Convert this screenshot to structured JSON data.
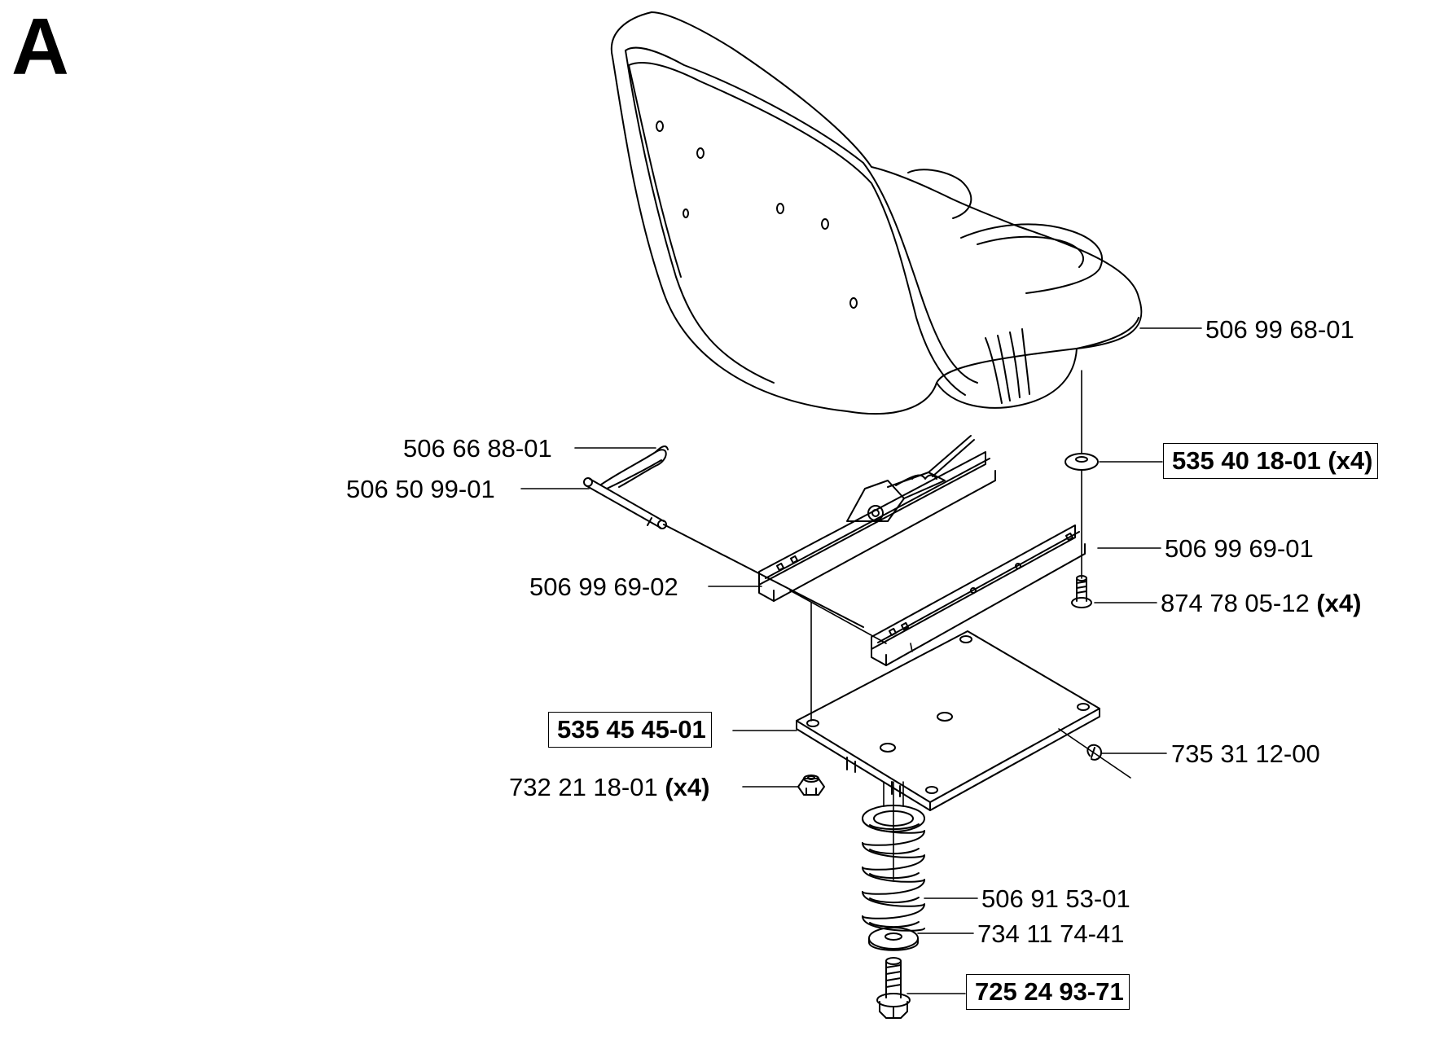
{
  "section": "A",
  "parts": {
    "seat": {
      "number": "506 99 68-01",
      "qty": ""
    },
    "seat_washer": {
      "number": "535 40 18-01 (x4)",
      "qty": ""
    },
    "hair_pin": {
      "number": "506 66 88-01",
      "qty": ""
    },
    "pin": {
      "number": "506 50 99-01",
      "qty": ""
    },
    "rail_right": {
      "number": "506 99 69-01",
      "qty": ""
    },
    "rail_screw": {
      "number": "874 78 05-12",
      "qty": "(x4)"
    },
    "rail_left": {
      "number": "506 99 69-02",
      "qty": ""
    },
    "base_plate": {
      "number": "535 45 45-01",
      "qty": ""
    },
    "lock_washer": {
      "number": "735 31 12-00",
      "qty": ""
    },
    "lock_nut": {
      "number": "732 21 18-01",
      "qty": "(x4)"
    },
    "spring": {
      "number": "506 91 53-01",
      "qty": ""
    },
    "spring_washer": {
      "number": "734 11 74-41",
      "qty": ""
    },
    "spring_bolt": {
      "number": "725 24 93-71",
      "qty": ""
    }
  },
  "boxed_parts": [
    "seat_washer",
    "base_plate",
    "spring_bolt"
  ]
}
